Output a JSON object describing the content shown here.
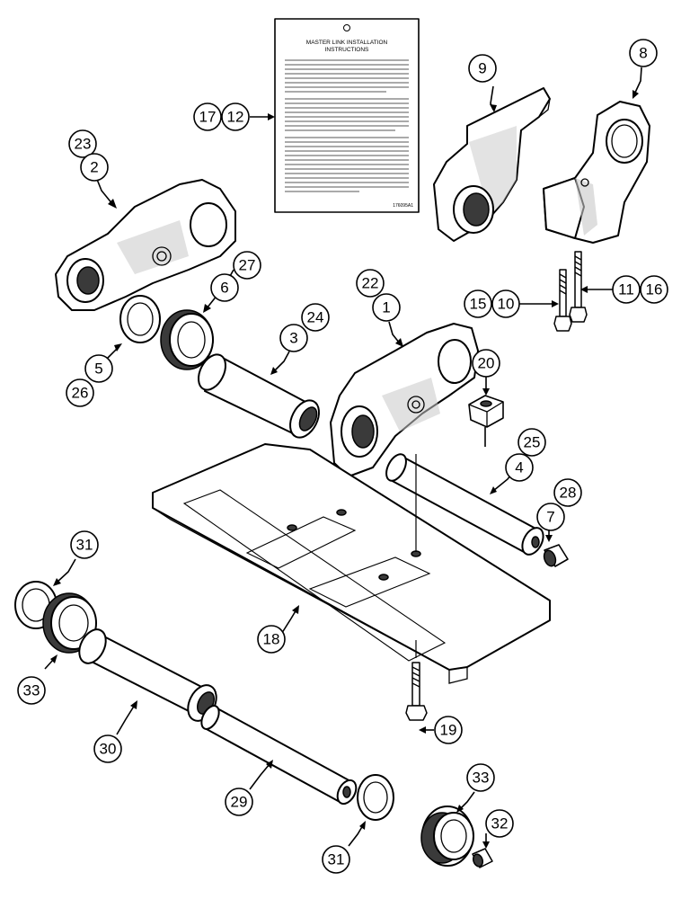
{
  "decal": {
    "title_line1": "MASTER LINK INSTALLATION",
    "title_line2": "INSTRUCTIONS",
    "part_code": "176095A1"
  },
  "callouts": [
    {
      "id": "c1",
      "label": "1"
    },
    {
      "id": "c2",
      "label": "2"
    },
    {
      "id": "c3",
      "label": "3"
    },
    {
      "id": "c4",
      "label": "4"
    },
    {
      "id": "c5",
      "label": "5"
    },
    {
      "id": "c6",
      "label": "6"
    },
    {
      "id": "c7",
      "label": "7"
    },
    {
      "id": "c8",
      "label": "8"
    },
    {
      "id": "c9",
      "label": "9"
    },
    {
      "id": "c10",
      "label": "10"
    },
    {
      "id": "c11",
      "label": "11"
    },
    {
      "id": "c12",
      "label": "12"
    },
    {
      "id": "c15",
      "label": "15"
    },
    {
      "id": "c16",
      "label": "16"
    },
    {
      "id": "c17",
      "label": "17"
    },
    {
      "id": "c18",
      "label": "18"
    },
    {
      "id": "c19",
      "label": "19"
    },
    {
      "id": "c20",
      "label": "20"
    },
    {
      "id": "c22",
      "label": "22"
    },
    {
      "id": "c23",
      "label": "23"
    },
    {
      "id": "c24",
      "label": "24"
    },
    {
      "id": "c25",
      "label": "25"
    },
    {
      "id": "c26",
      "label": "26"
    },
    {
      "id": "c27",
      "label": "27"
    },
    {
      "id": "c28",
      "label": "28"
    },
    {
      "id": "c29",
      "label": "29"
    },
    {
      "id": "c30",
      "label": "30"
    },
    {
      "id": "c31a",
      "label": "31"
    },
    {
      "id": "c31b",
      "label": "31"
    },
    {
      "id": "c32",
      "label": "32"
    },
    {
      "id": "c33a",
      "label": "33"
    },
    {
      "id": "c33b",
      "label": "33"
    }
  ]
}
